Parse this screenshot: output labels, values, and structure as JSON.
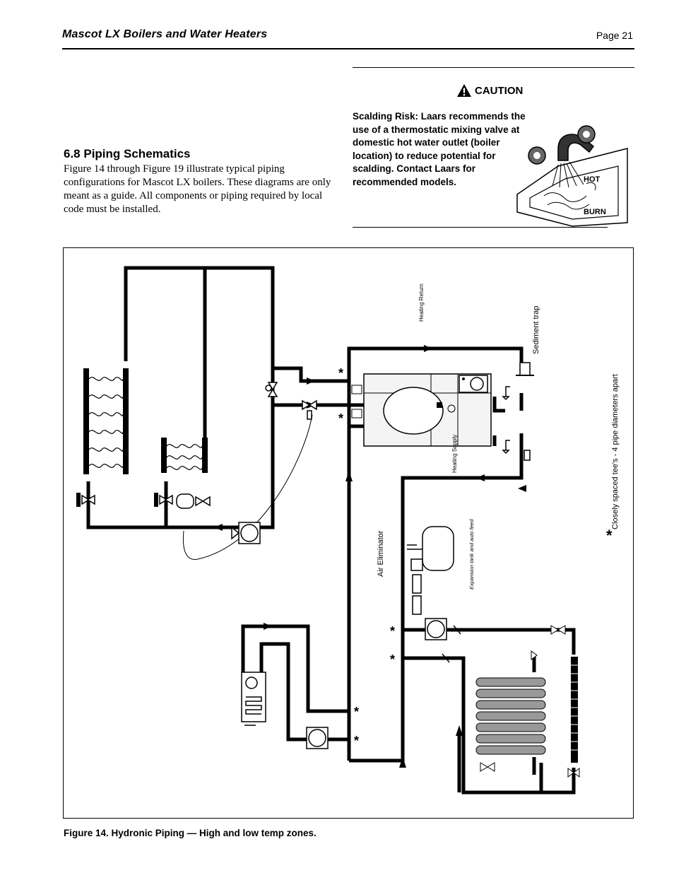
{
  "header": {
    "title": "Mascot LX Boilers and Water Heaters",
    "page": "Page 21"
  },
  "section": {
    "title": "6.8  Piping Schematics",
    "body": "Figure 14 through Figure 19 illustrate typical piping configurations for Mascot LX boilers. These diagrams are only meant as a guide. All components or piping required by local code must be installed."
  },
  "caution": {
    "label": "CAUTION",
    "text": "Scalding Risk: Laars recommends the use of a  thermostatic mixing valve at domestic hot water outlet (boiler location) to reduce potential for scalding. Contact Laars for recommended models.",
    "art_words": [
      "HOT",
      "BURN"
    ]
  },
  "diagram": {
    "labels": {
      "heating_return": "Heating Return",
      "heating_supply": "Heating Supply",
      "sediment_trap": "Sediment trap",
      "air_eliminator": "Air Eliminator",
      "expansion_tank": "Expansion tank and auto feed",
      "note": "Closely spaced tee's - 4 pipe diameters apart",
      "note_mark": "*"
    },
    "stars": [
      "*",
      "*",
      "*",
      "*",
      "*",
      "*"
    ]
  },
  "figure": {
    "caption": "Figure 14.   Hydronic Piping — High and low temp zones."
  },
  "colors": {
    "ink": "#000000",
    "pipe": "#000000",
    "paper": "#ffffff",
    "boiler_fill": "#f4f4f4",
    "radiator_fill": "#999999"
  }
}
